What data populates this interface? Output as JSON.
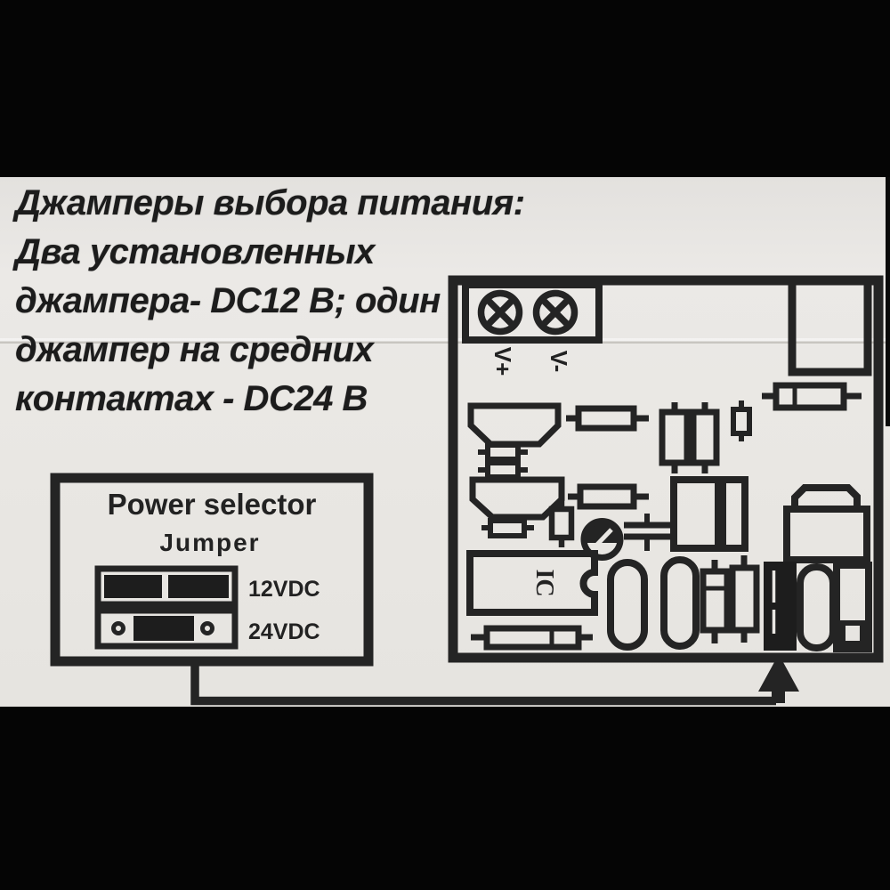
{
  "instructions": {
    "lines": [
      "Джамперы выбора питания:",
      "Два установленных",
      "джампера- DC12 В; один",
      "джампер на средних",
      "контактах - DC24 В"
    ]
  },
  "power_selector": {
    "title": "Power selector",
    "jumper_label": "Jumper",
    "options": [
      {
        "label": "12VDC",
        "jumper_state": "two jumpers installed"
      },
      {
        "label": "24VDC",
        "jumper_state": "one jumper on middle contacts"
      }
    ]
  },
  "pcb": {
    "terminal_positive": "V+",
    "terminal_negative": "V-",
    "ic_label": "IC"
  },
  "colors": {
    "paper": "#e9e7e3",
    "ink": "#242424",
    "photo_background": "#000000"
  }
}
